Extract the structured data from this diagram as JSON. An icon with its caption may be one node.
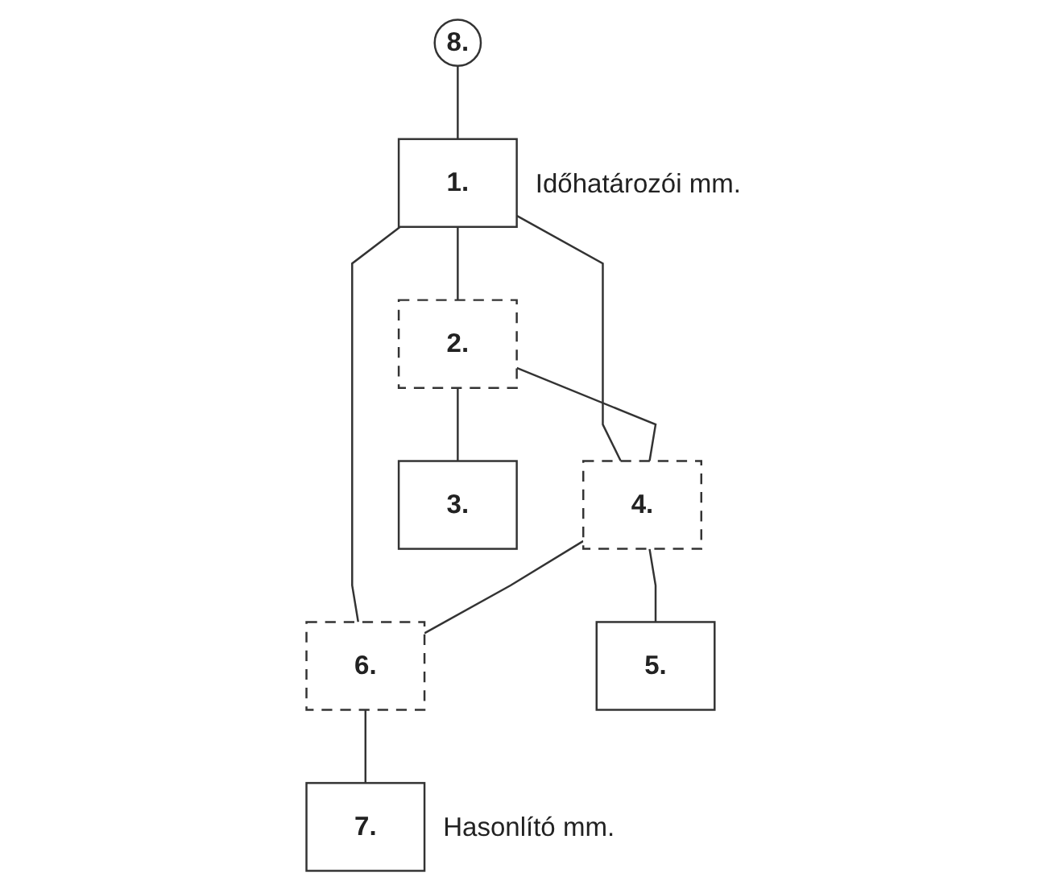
{
  "diagram": {
    "nodes": [
      {
        "text": [
          "8."
        ]
      },
      {
        "text": [
          "1."
        ],
        "beside": [
          "Időhatározói mm."
        ]
      },
      {
        "text": [
          "2."
        ]
      },
      {
        "text": [
          "4."
        ]
      },
      {
        "text": [
          "6."
        ]
      },
      {
        "text": [
          "3."
        ]
      },
      {
        "text": [
          "5."
        ]
      },
      {
        "text": [
          "7."
        ],
        "beside": [
          "Hasonlító mm."
        ]
      }
    ],
    "edges": [
      {
        "from": 0,
        "to": 1,
        "arrow": "none"
      },
      {
        "from": 1,
        "to": 2,
        "arrow": "none"
      },
      {
        "from": 1,
        "to": 3,
        "arrow": "none"
      },
      {
        "from": 1,
        "to": 4,
        "arrow": "none"
      },
      {
        "from": 2,
        "to": 3,
        "arrow": "none"
      },
      {
        "from": 3,
        "to": 4,
        "arrow": "none"
      },
      {
        "from": 2,
        "to": 5,
        "arrow": "none"
      },
      {
        "from": 3,
        "to": 6,
        "arrow": "none"
      },
      {
        "from": 4,
        "to": 7,
        "arrow": "none"
      }
    ]
  }
}
